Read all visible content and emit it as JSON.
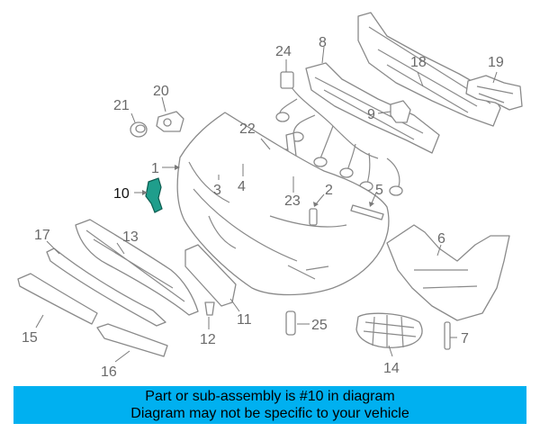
{
  "diagram": {
    "highlight_color": "#1f9e8c",
    "callouts": {
      "c1": "1",
      "c2": "2",
      "c3": "3",
      "c4": "4",
      "c5": "5",
      "c6": "6",
      "c7": "7",
      "c8": "8",
      "c9": "9",
      "c10": "10",
      "c11": "11",
      "c12": "12",
      "c13": "13",
      "c14": "14",
      "c15": "15",
      "c16": "16",
      "c17": "17",
      "c18": "18",
      "c19": "19",
      "c20": "20",
      "c21": "21",
      "c22": "22",
      "c23": "23",
      "c24": "24",
      "c25": "25"
    }
  },
  "banner": {
    "line1": "Part or sub-assembly is #10 in diagram",
    "line2": "Diagram may not be specific to your vehicle",
    "background": "#00b0f0"
  }
}
